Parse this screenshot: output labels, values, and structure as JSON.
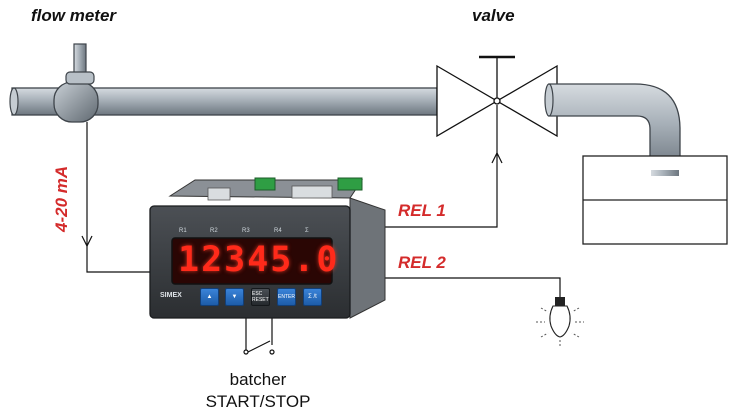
{
  "labels": {
    "flow_meter": "flow meter",
    "valve": "valve",
    "signal": "4-20 mA",
    "relay1": "REL 1",
    "relay2": "REL 2",
    "batcher_line1": "batcher",
    "batcher_line2": "START/STOP"
  },
  "meter": {
    "display": "12345.0",
    "relays": [
      "R1",
      "R2",
      "R3",
      "R4",
      "Σ"
    ],
    "brand": "SIMEX",
    "buttons": [
      "▲",
      "▼",
      "ESC RESET",
      "ENTER",
      "Σ /t"
    ]
  },
  "colors": {
    "accent_red": "#d42b2b",
    "pipe": "#9aa3ab",
    "display": "#ff2a1a",
    "button": "#2f74c6"
  }
}
